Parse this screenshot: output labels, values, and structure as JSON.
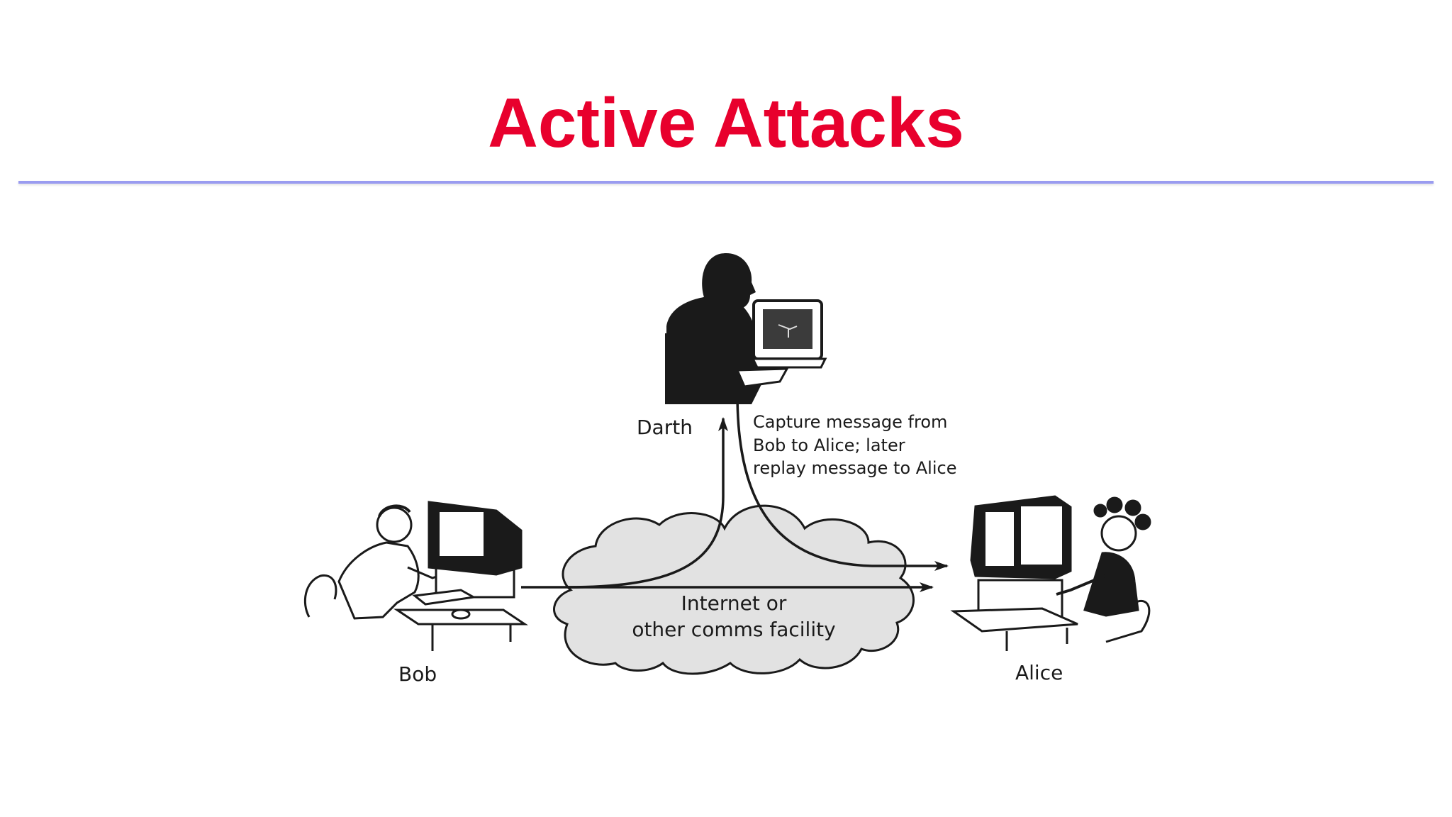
{
  "slide": {
    "title": "Active Attacks"
  },
  "diagram": {
    "darth_label": "Darth",
    "bob_label": "Bob",
    "alice_label": "Alice",
    "capture_note": {
      "line1": "Capture message from",
      "line2": "Bob to Alice; later",
      "line3": "replay message to Alice"
    },
    "network": {
      "line1": "Internet or",
      "line2": "other comms facility"
    }
  },
  "colors": {
    "title": "#e8002d",
    "rule": "#9a9cf0",
    "cloud_fill": "#e2e2e2",
    "ink": "#1a1a1a"
  }
}
